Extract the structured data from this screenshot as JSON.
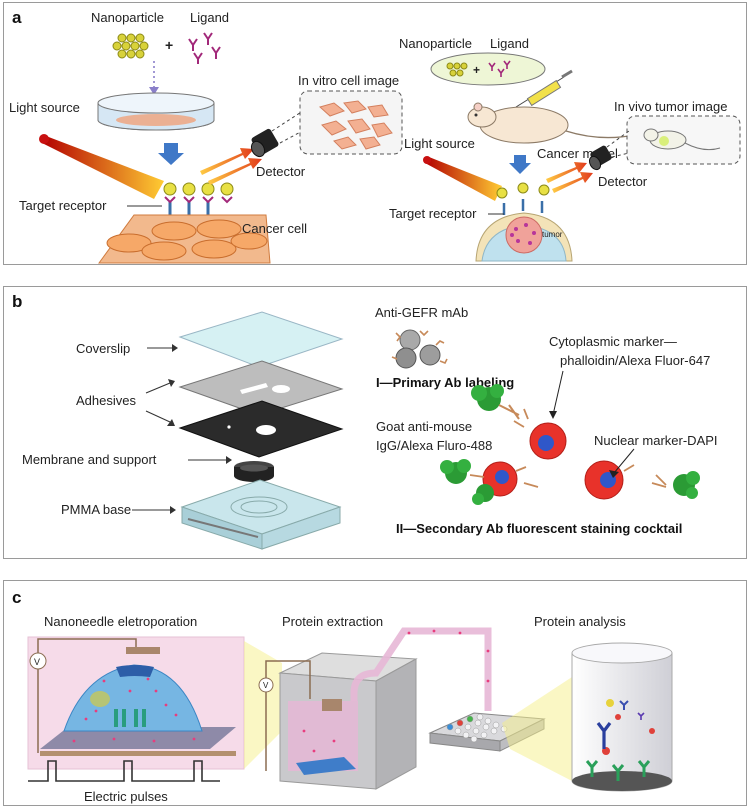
{
  "panel_a": {
    "letter": "a",
    "left": {
      "nanoparticle": "Nanoparticle",
      "plus": "+",
      "ligand": "Ligand",
      "cell_image": "In vitro cell image",
      "light_source": "Light source",
      "detector": "Detector",
      "target_receptor": "Target receptor",
      "cancer_cell": "Cancer cell"
    },
    "right": {
      "nanoparticle": "Nanoparticle",
      "plus": "+",
      "ligand": "Ligand",
      "tumor_image": "In vivo tumor image",
      "cancer_model": "Cancer model",
      "light_source": "Light source",
      "detector": "Detector",
      "target_receptor": "Target receptor",
      "tumor": "tumor"
    }
  },
  "panel_b": {
    "letter": "b",
    "coverslip": "Coverslip",
    "adhesives": "Adhesives",
    "membrane": "Membrane and support",
    "pmma": "PMMA base",
    "anti_gefr": "Anti-GEFR mAb",
    "primary": "I—Primary Ab labeling",
    "cyto_1": "Cytoplasmic marker—",
    "cyto_2": "phalloidin/Alexa Fluor-647",
    "goat_1": "Goat anti-mouse",
    "goat_2": "IgG/Alexa Fluro-488",
    "nuclear": "Nuclear marker-DAPI",
    "secondary": "II—Secondary Ab fluorescent staining cocktail"
  },
  "panel_c": {
    "letter": "c",
    "electroporation": "Nanoneedle eletroporation",
    "extraction": "Protein extraction",
    "analysis": "Protein analysis",
    "pulses": "Electric pulses",
    "voltmeter_1": "V",
    "voltmeter_2": "V"
  }
}
